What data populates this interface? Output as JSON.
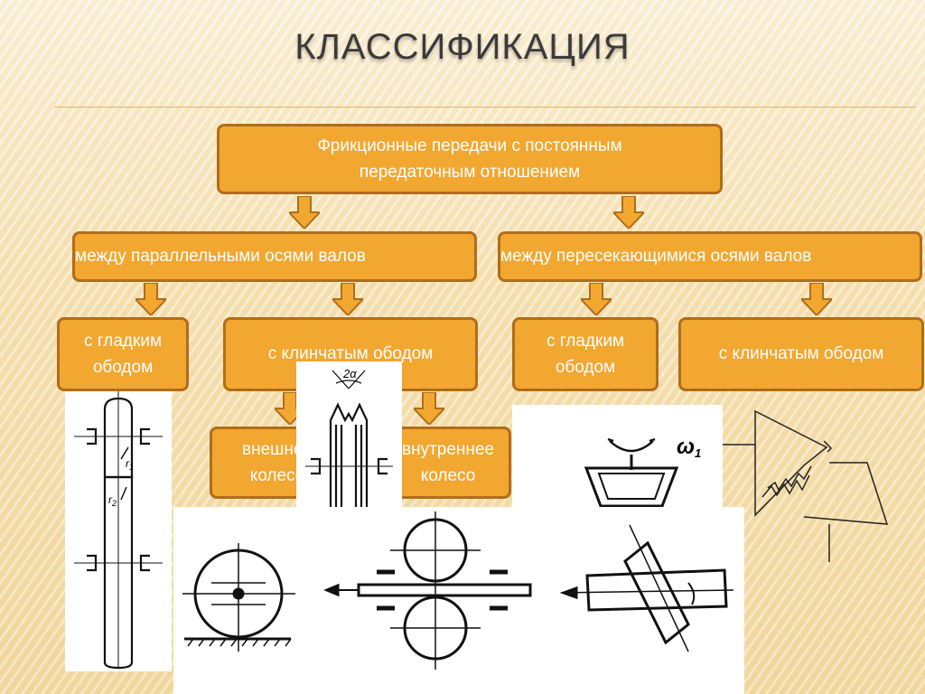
{
  "slide": {
    "title": "КЛАССИФИКАЦИЯ"
  },
  "boxes": {
    "root": "Фрикционные передачи с постоянным передаточным отношением",
    "parallel": "между параллельными осями валов",
    "intersecting": "между пересекающимися осями валов",
    "parallel_smooth": "с гладким ободом",
    "parallel_wedge": "с клинчатым ободом",
    "intersect_smooth": "с гладким ободом",
    "intersect_wedge": "с клинчатым ободом",
    "external_wheel": "внешнее колесо",
    "internal_wheel": "внутреннее колесо"
  },
  "drawing_labels": {
    "wedge_angle": "2α",
    "omega": "ω",
    "omega_sub": "1",
    "r1": "r",
    "r1_sub": "1",
    "r2": "r",
    "r2_sub": "2"
  },
  "colors": {
    "box_fill": "#f2a730",
    "box_border": "#b06d1c",
    "text": "#ffffff"
  }
}
